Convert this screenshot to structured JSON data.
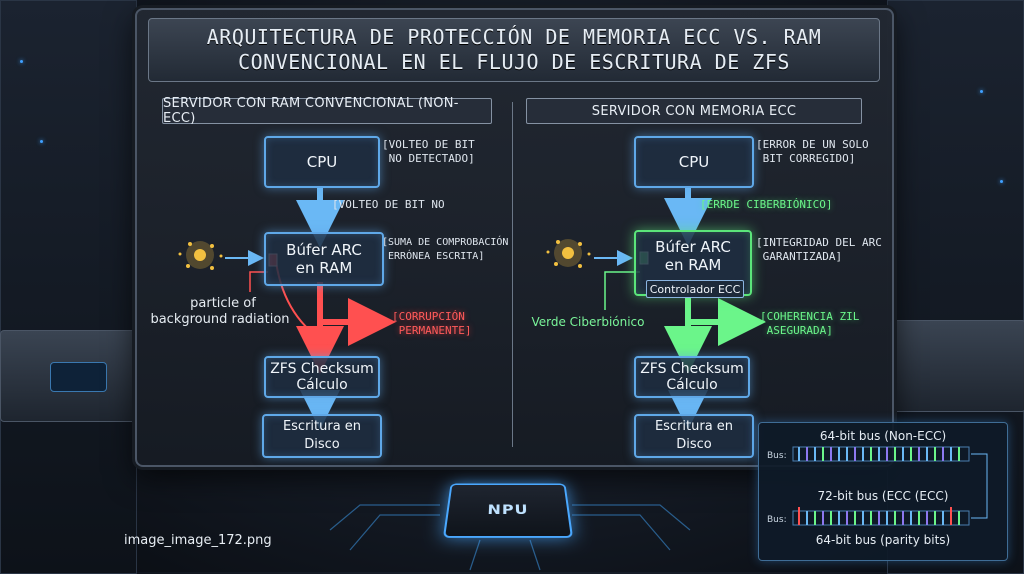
{
  "title": {
    "line1": "ARQUITECTURA DE PROTECCIÓN DE MEMORIA ECC VS. RAM",
    "line2": "CONVENCIONAL EN EL FLUJO DE ESCRITURA DE ZFS"
  },
  "left": {
    "header": "SERVIDOR CON RAM CONVENCIONAL (NON-ECC)",
    "cpu": "CPU",
    "arc_line1": "Búfer ARC",
    "arc_line2": "en RAM",
    "checksum_line1": "ZFS Checksum",
    "checksum_line2": "Cálculo",
    "disk": "Escritura en Disco",
    "note_cpu": "[VOLTEO DE BIT\n NO DETECTADO]",
    "note_arrow": "[VOLTEO DE BIT NO",
    "note_arc": "[SUMA DE COMPROBACIÓN\n ERRÓNEA ESCRITA]",
    "note_corrupt": "[CORRUPCIÓN\n PERMANENTE]",
    "particle_label_1": "particle of",
    "particle_label_2": "background radiation"
  },
  "right": {
    "header": "SERVIDOR CON MEMORIA ECC",
    "cpu": "CPU",
    "arc_line1": "Búfer ARC",
    "arc_line2": "en RAM",
    "controller": "Controlador ECC",
    "checksum_line1": "ZFS Checksum",
    "checksum_line2": "Cálculo",
    "disk": "Escritura en Disco",
    "note_cpu": "[ERROR DE UN SOLO\n BIT CORREGIDO]",
    "note_arrow": "[ERRDE CIBERBIÓNICO]",
    "note_arc": "[INTEGRIDAD DEL ARC\n GARANTIZADA]",
    "note_coherence": "[COHERENCIA ZIL\n ASEGURADA]",
    "particle_label": "Verde Ciberbiónico"
  },
  "bus": {
    "title_top": "64-bit bus (Non-ECC)",
    "label": "Bus:",
    "title_mid": "72-bit bus (ECC (ECC)",
    "title_bottom": "64-bit bus (parity bits)"
  },
  "chip_label": "NPU",
  "filename": "image_image_172.png",
  "colors": {
    "blue_accent": "#5fa8e8",
    "green_accent": "#5be57a",
    "red_accent": "#ff4a4a",
    "particle": "#f2c040"
  }
}
